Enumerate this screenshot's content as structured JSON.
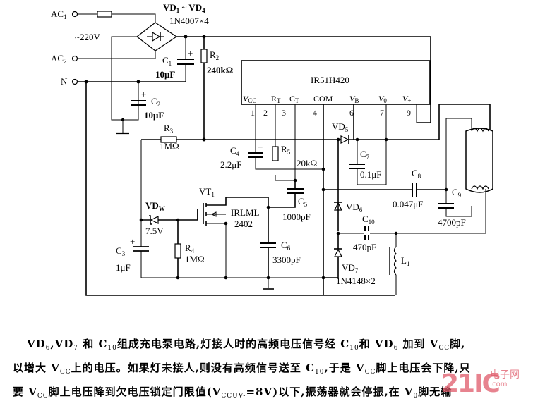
{
  "diagram": {
    "title": "IR51H420 electronic ballast circuit with charge pump",
    "ic": {
      "name": "IR51H420",
      "pins": [
        {
          "num": "1",
          "name": "V",
          "sub": "CC"
        },
        {
          "num": "2",
          "name": "R",
          "sub": "T"
        },
        {
          "num": "3",
          "name": "C",
          "sub": "T"
        },
        {
          "num": "4",
          "name": "COM",
          "sub": ""
        },
        {
          "num": "6",
          "name": "V",
          "sub": "B"
        },
        {
          "num": "7",
          "name": "V",
          "sub": "0"
        },
        {
          "num": "9",
          "name": "V",
          "sub": "+"
        }
      ]
    },
    "terminals": {
      "ac1": {
        "name": "AC",
        "sub": "1"
      },
      "ac2": {
        "name": "AC",
        "sub": "2"
      },
      "n": {
        "name": "N",
        "sub": ""
      },
      "mains": "~220V"
    },
    "bridge": {
      "name": "VD",
      "sub1": "1",
      "mid": " ~ VD",
      "sub2": "4",
      "part": "1N4007×4"
    },
    "components": {
      "C1": {
        "name": "C",
        "sub": "1",
        "value": "10μF"
      },
      "C2": {
        "name": "C",
        "sub": "2",
        "value": "10μF"
      },
      "C3": {
        "name": "C",
        "sub": "3",
        "value": "1μF"
      },
      "C4": {
        "name": "C",
        "sub": "4",
        "value": "2.2μF"
      },
      "C5": {
        "name": "C",
        "sub": "5",
        "value": "1000pF"
      },
      "C6": {
        "name": "C",
        "sub": "6",
        "value": "3300pF"
      },
      "C7": {
        "name": "C",
        "sub": "7",
        "value": "0.1μF"
      },
      "C8": {
        "name": "C",
        "sub": "8",
        "value": "0.047μF"
      },
      "C9": {
        "name": "C",
        "sub": "9",
        "value": "4700pF"
      },
      "C10": {
        "name": "C",
        "sub": "10",
        "value": "470pF"
      },
      "R2": {
        "name": "R",
        "sub": "2",
        "value": "240kΩ"
      },
      "R3": {
        "name": "R",
        "sub": "3",
        "value": "1MΩ"
      },
      "R4": {
        "name": "R",
        "sub": "4",
        "value": "1MΩ"
      },
      "R5": {
        "name": "R",
        "sub": "5",
        "value": "20kΩ"
      },
      "VDW": {
        "name": "VD",
        "sub": "W",
        "value": "7.5V"
      },
      "VD5": {
        "name": "VD",
        "sub": "5"
      },
      "VD6": {
        "name": "VD",
        "sub": "6"
      },
      "VD7": {
        "name": "VD",
        "sub": "7",
        "part": "1N4148×2"
      },
      "VT1": {
        "name": "VT",
        "sub": "1",
        "part_line1": "IRLML",
        "part_line2": "2402"
      },
      "L1": {
        "name": "L",
        "sub": "1"
      }
    }
  },
  "caption": {
    "lines": [
      [
        {
          "t": "VD"
        },
        {
          "t": "6",
          "sub": true
        },
        {
          "t": ",VD"
        },
        {
          "t": "7",
          "sub": true
        },
        {
          "t": " 和 C"
        },
        {
          "t": "10",
          "sub": true
        },
        {
          "t": "组成充电泵电路,灯接人时的高频电压信号经 C"
        },
        {
          "t": "10",
          "sub": true
        },
        {
          "t": "和 VD"
        },
        {
          "t": "6",
          "sub": true
        },
        {
          "t": " 加到 V"
        },
        {
          "t": "CC",
          "sub": true
        },
        {
          "t": "脚,"
        }
      ],
      [
        {
          "t": "以增大 V"
        },
        {
          "t": "CC",
          "sub": true
        },
        {
          "t": "上的电压。如果灯未接人,则没有高频信号送至 C"
        },
        {
          "t": "10",
          "sub": true
        },
        {
          "t": ",于是 V"
        },
        {
          "t": "CC",
          "sub": true
        },
        {
          "t": "脚上电压会下降,只"
        }
      ],
      [
        {
          "t": "要 V"
        },
        {
          "t": "CC",
          "sub": true
        },
        {
          "t": "脚上电压降到欠电压锁定门限值(V"
        },
        {
          "t": "CCUV-",
          "sub": true
        },
        {
          "t": "=8V)以下,振荡器就会停振,在 V"
        },
        {
          "t": "0",
          "sub": true
        },
        {
          "t": "脚无输"
        }
      ]
    ]
  },
  "watermark": {
    "logo": "21IC",
    "cn": "电子网",
    "com": ".com"
  }
}
